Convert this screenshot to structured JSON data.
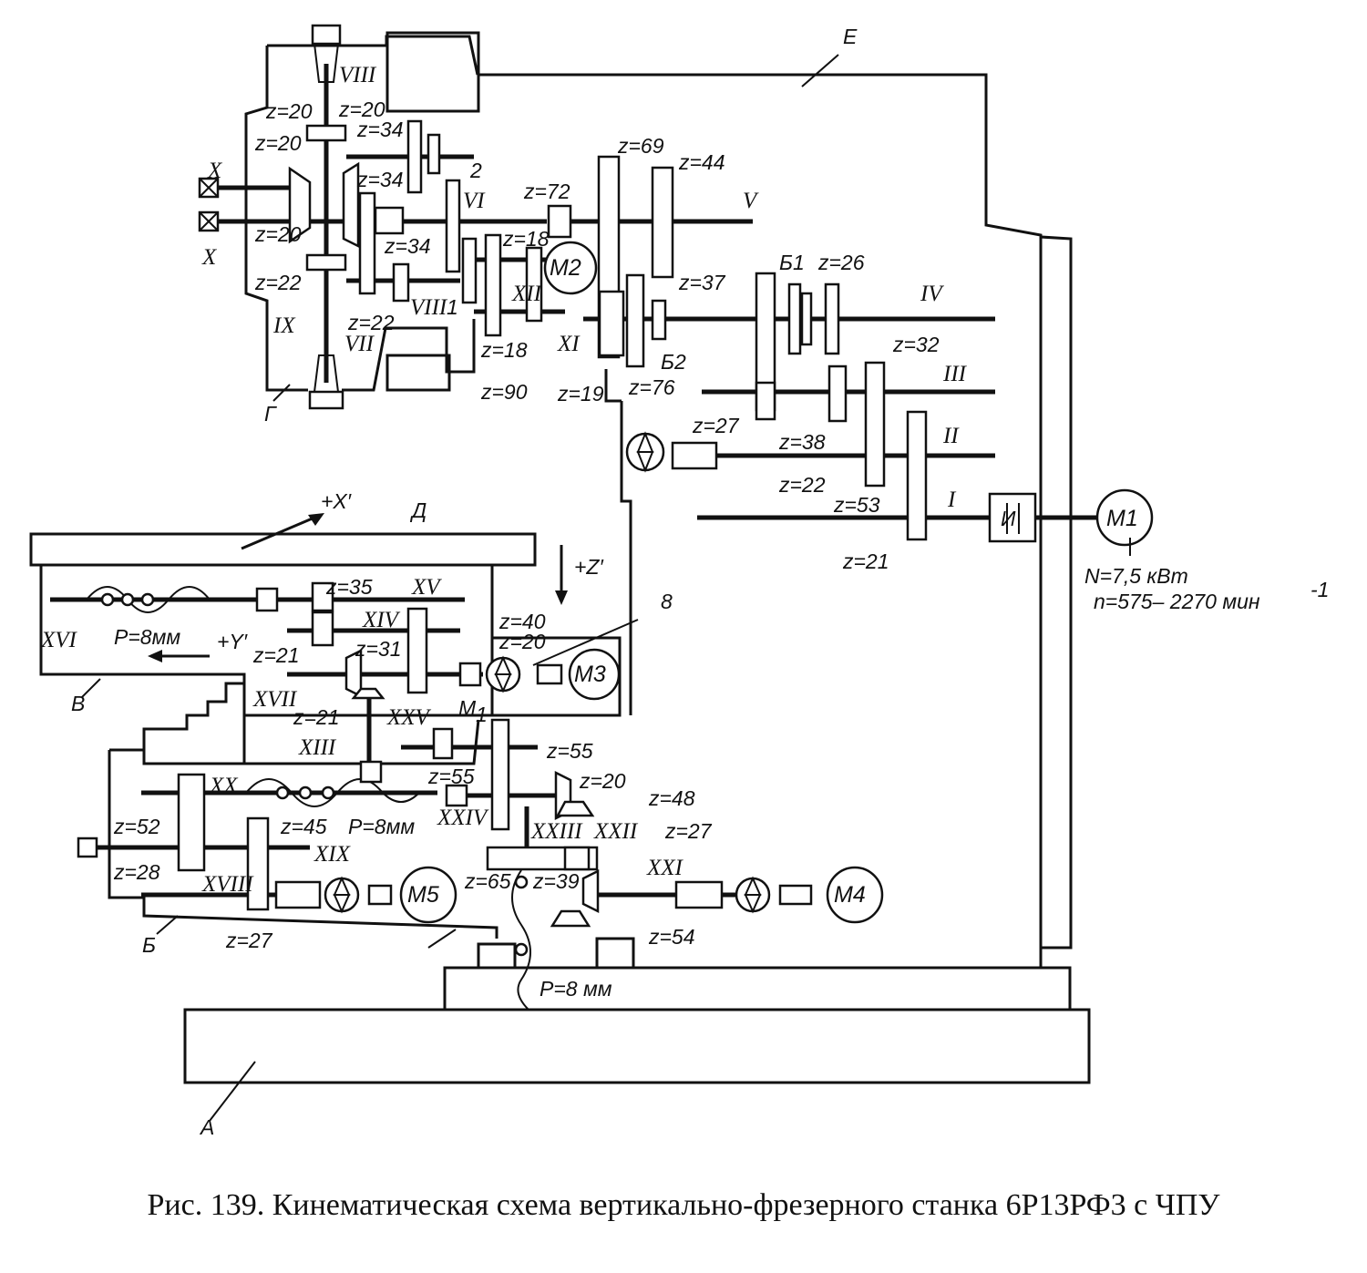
{
  "caption": "Рис. 139. Кинематическая схема вертикально-фрезерного станка 6Р13РФ3 с ЧПУ",
  "units": {
    "A": "А",
    "B": "Б",
    "V": "В",
    "G": "Г",
    "D": "Д",
    "E": "Е"
  },
  "shafts": {
    "I": "I",
    "II": "II",
    "III": "III",
    "IV": "IV",
    "V": "V",
    "VI": "VI",
    "VII": "VII",
    "VIII": "VIII",
    "VIII1": "VIII",
    "IX": "IX",
    "X1": "X",
    "X2": "X",
    "XI": "XI",
    "XII": "XII",
    "XIII": "XIII",
    "XIV": "XIV",
    "XV": "XV",
    "XVI": "XVI",
    "XVII": "XVII",
    "XVIII": "XVIII",
    "XIX": "XIX",
    "XX": "XX",
    "XXI": "XXI",
    "XXII": "XXII",
    "XXIII": "XXIII",
    "XXIV": "XXIV",
    "XXV": "XXV"
  },
  "gears": {
    "g1": "z=20",
    "g2": "z=20",
    "g3": "z=20",
    "g4": "z=34",
    "g5": "z=34",
    "g6": "z=20",
    "g7": "z=34",
    "g8": "z=22",
    "g9": "z=22",
    "g10": "z=72",
    "g11": "z=18",
    "g12": "z=18",
    "g13": "z=90",
    "g14": "z=69",
    "g15": "z=44",
    "g16": "z=37",
    "g17": "z=26",
    "g18": "z=19",
    "g19": "z=76",
    "g20": "z=32",
    "g21": "z=38",
    "g22": "z=27",
    "g23": "z=22",
    "g24": "z=53",
    "g25": "z=21",
    "g26": "z=35",
    "g27": "z=40",
    "g28": "z=20",
    "g29": "z=31",
    "g30": "z=21",
    "g31": "z=21",
    "g32": "z=55",
    "g33": "z=55",
    "g34": "z=20",
    "g35": "z=48",
    "g36": "z=27",
    "g37": "z=52",
    "g38": "z=45",
    "g39": "z=28",
    "g40": "z=27",
    "g41": "z=65",
    "g42": "z=39",
    "g43": "z=54"
  },
  "misc": {
    "num2": "2",
    "num1": "1",
    "num8": "8",
    "B1": "Б1",
    "B2": "Б2",
    "M1": "M1",
    "M2": "M2",
    "M3": "M3",
    "M4": "M4",
    "M5": "M5",
    "Mclutch": "M",
    "Msub": "1",
    "power": "N=7,5 кВт",
    "speed": "n=575– 2270 мин",
    "speed_exp": "-1",
    "p1": "P=8мм",
    "p2": "P=8мм",
    "p3": "P=8 мм",
    "axX": "+X′",
    "axY": "+Y′",
    "axZ": "+Z′",
    "drive": "И"
  }
}
